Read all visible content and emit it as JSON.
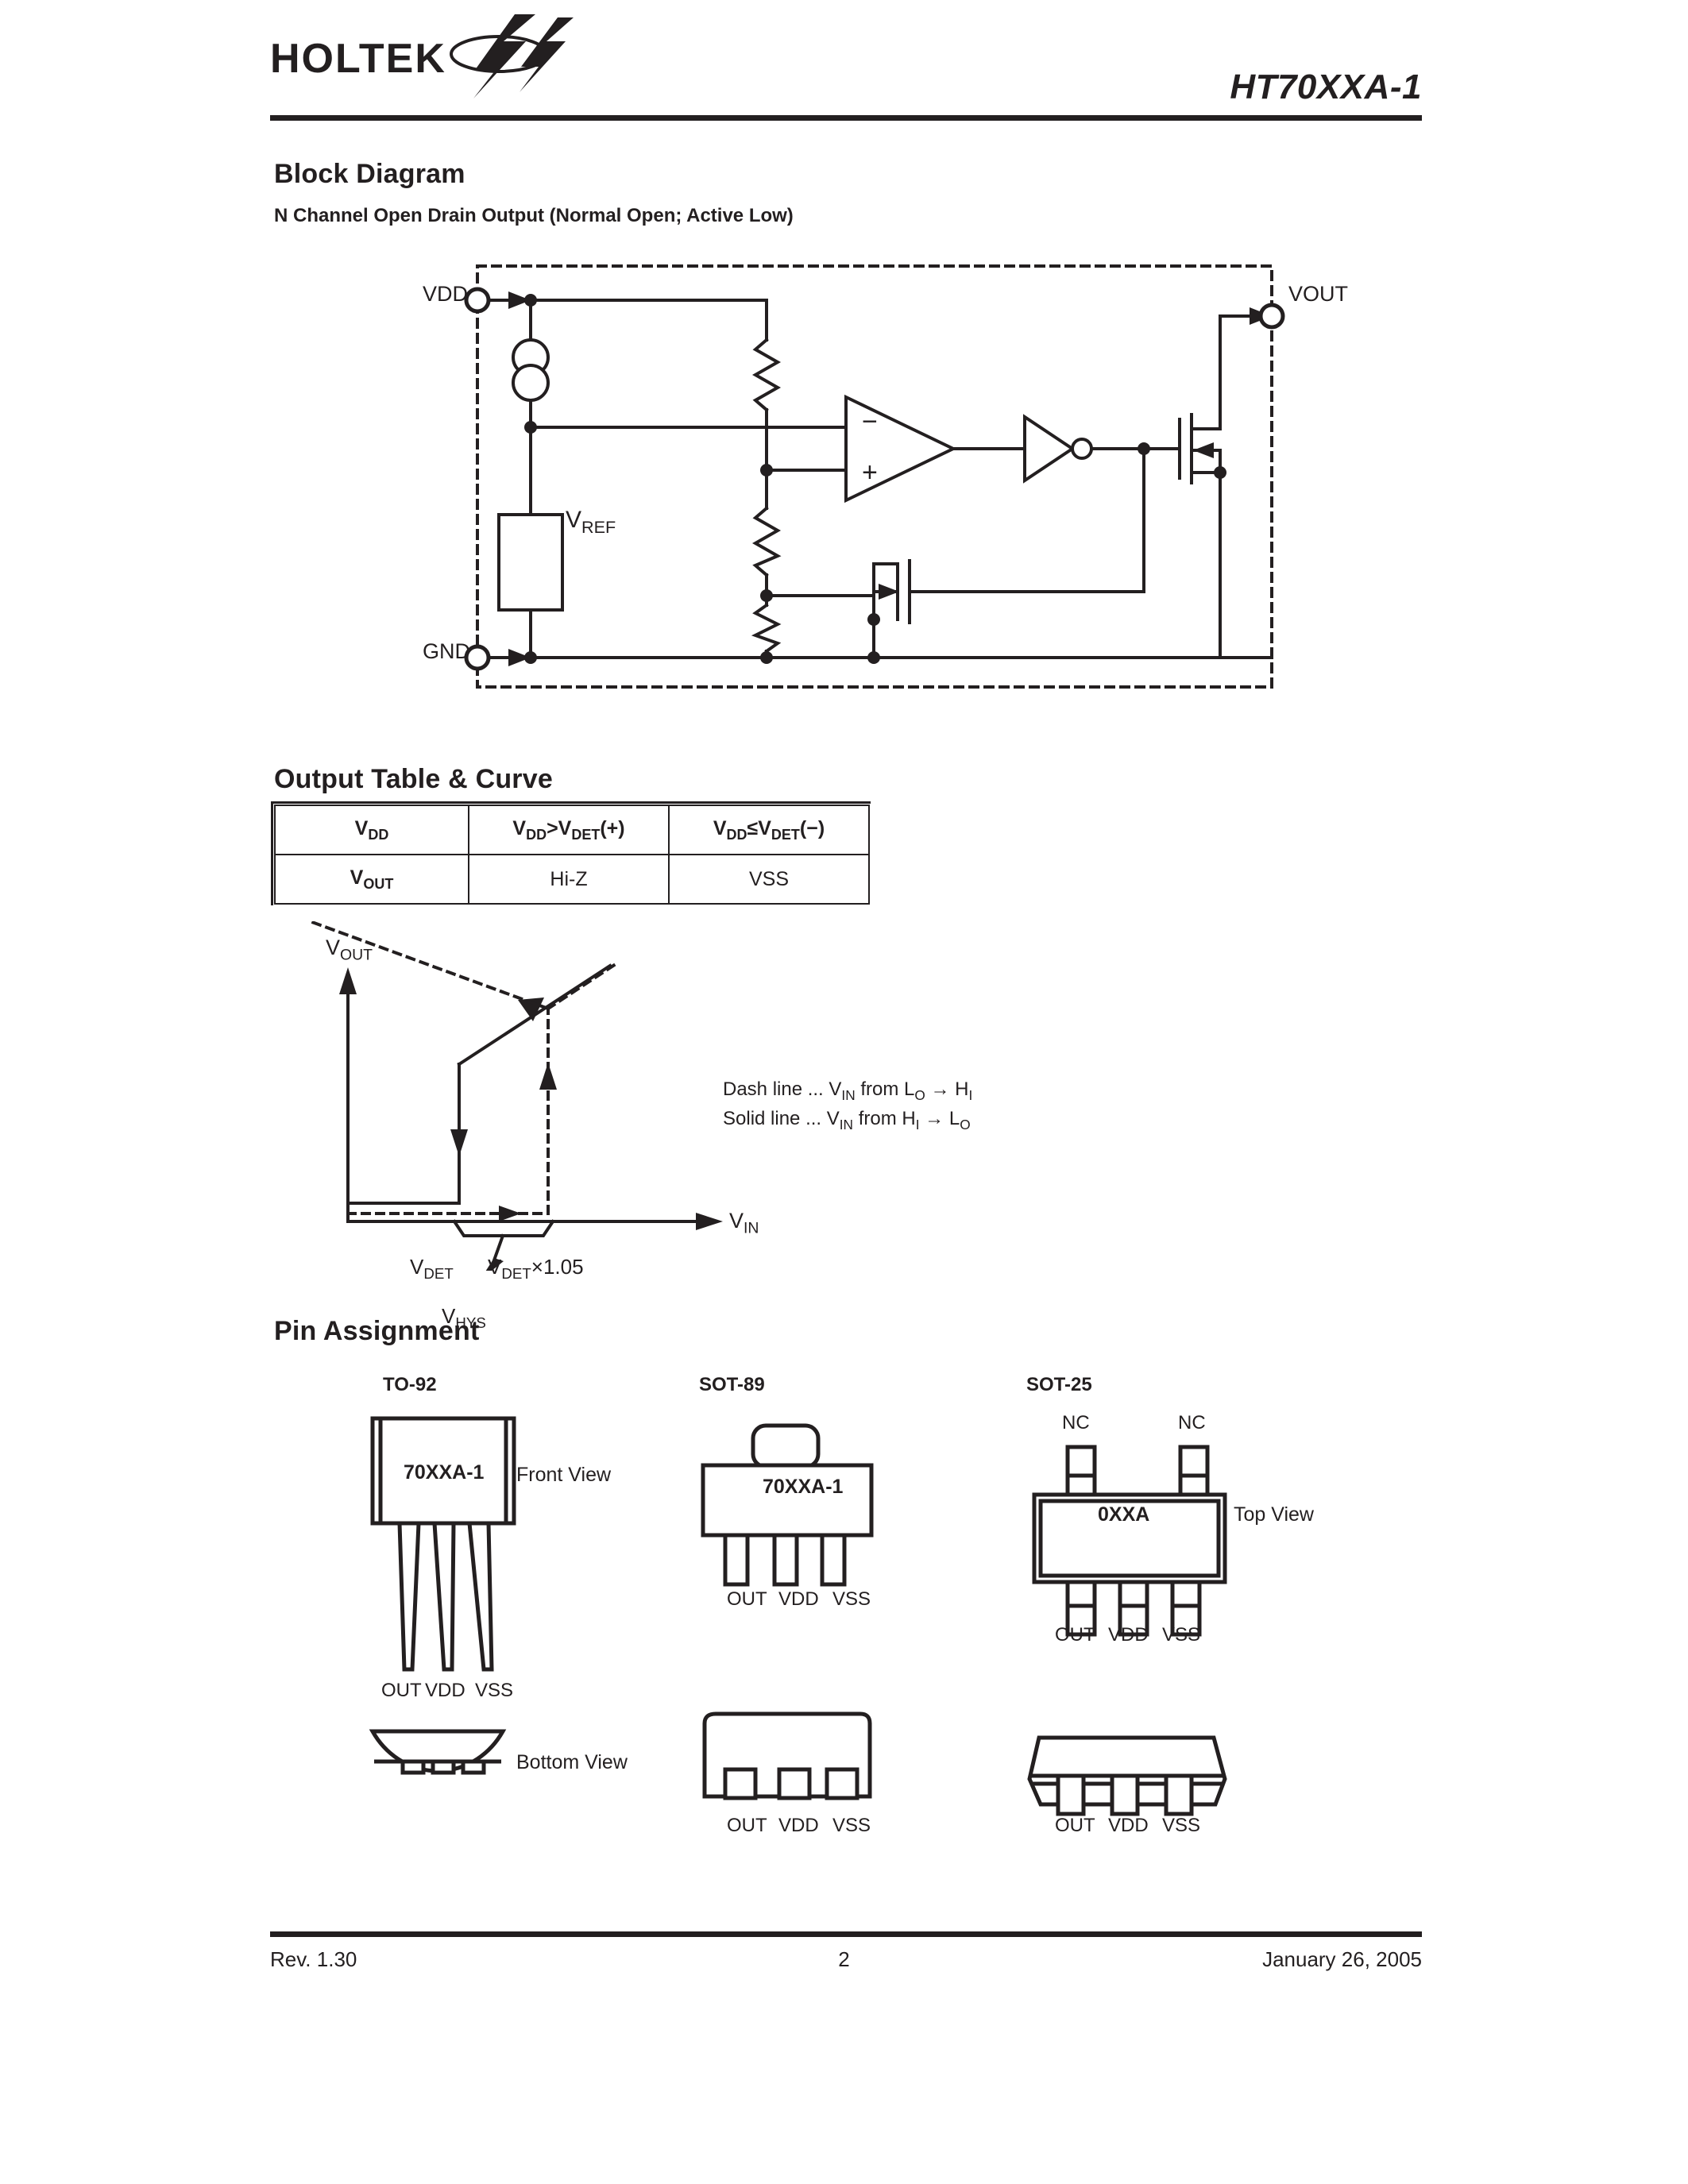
{
  "header": {
    "logo_text": "HOLTEK",
    "part_number": "HT70XXA-1"
  },
  "sections": {
    "block_diagram": {
      "title": "Block Diagram",
      "subtitle": "N Channel Open Drain Output (Normal Open; Active Low)",
      "pins": {
        "vdd": "VDD",
        "gnd": "GND",
        "vout": "VOUT"
      },
      "vref_label_main": "V",
      "vref_label_sub": "REF",
      "comparator_minus": "−",
      "comparator_plus": "+"
    },
    "output_table_curve": {
      "title": "Output Table & Curve",
      "table": {
        "rows": [
          {
            "c0_main": "V",
            "c0_sub": "DD",
            "c1": [
              {
                "t": "V",
                "sub": false
              },
              {
                "t": "DD",
                "sub": true
              },
              {
                "t": ">",
                "sub": false
              },
              {
                "t": "V",
                "sub": false
              },
              {
                "t": "DET",
                "sub": true
              },
              {
                "t": "(+)",
                "sub": false
              }
            ],
            "c2": [
              {
                "t": "V",
                "sub": false
              },
              {
                "t": "DD",
                "sub": true
              },
              {
                "t": "≤",
                "sub": false
              },
              {
                "t": "V",
                "sub": false
              },
              {
                "t": "DET",
                "sub": true
              },
              {
                "t": "(−)",
                "sub": false
              }
            ]
          },
          {
            "c0_main": "V",
            "c0_sub": "OUT",
            "c1_plain": "Hi-Z",
            "c2_plain": "VSS"
          }
        ]
      },
      "curve": {
        "y_axis_main": "V",
        "y_axis_sub": "OUT",
        "x_axis_main": "V",
        "x_axis_sub": "IN",
        "vdet_main": "V",
        "vdet_sub": "DET",
        "vdet105_main": "V",
        "vdet105_sub": "DET",
        "vdet105_tail": "×1.05",
        "vhys_main": "V",
        "vhys_sub": "HYS",
        "legend_dash": "Dash line ... V",
        "legend_dash_sub": "IN",
        "legend_dash_tail": " from L",
        "legend_dash_lo": "O",
        "legend_dash_arrow": " → H",
        "legend_dash_hi": "I",
        "legend_solid": "Solid line ... V",
        "legend_solid_sub": "IN",
        "legend_solid_tail": " from H",
        "legend_solid_hi": "I",
        "legend_solid_arrow": " → L",
        "legend_solid_lo": "O"
      }
    },
    "pin_assignment": {
      "title": "Pin Assignment",
      "packages": [
        {
          "name": "TO-92",
          "marking": "70XXA-1",
          "view_top": "Front View",
          "view_bottom": "Bottom View",
          "pins": [
            "OUT",
            "VDD",
            "VSS"
          ]
        },
        {
          "name": "SOT-89",
          "marking": "70XXA-1",
          "pins": [
            "OUT",
            "VDD",
            "VSS"
          ],
          "pins_bottom": [
            "OUT",
            "VDD",
            "VSS"
          ]
        },
        {
          "name": "SOT-25",
          "marking": "0XXA",
          "view_top": "Top View",
          "nc_labels": [
            "NC",
            "NC"
          ],
          "pins": [
            "OUT",
            "VDD",
            "VSS"
          ],
          "pins_bottom": [
            "OUT",
            "VDD",
            "VSS"
          ]
        }
      ]
    }
  },
  "footer": {
    "revision": "Rev. 1.30",
    "page_number": "2",
    "date": "January 26, 2005"
  },
  "colors": {
    "ink": "#231f20",
    "paper": "#ffffff"
  }
}
